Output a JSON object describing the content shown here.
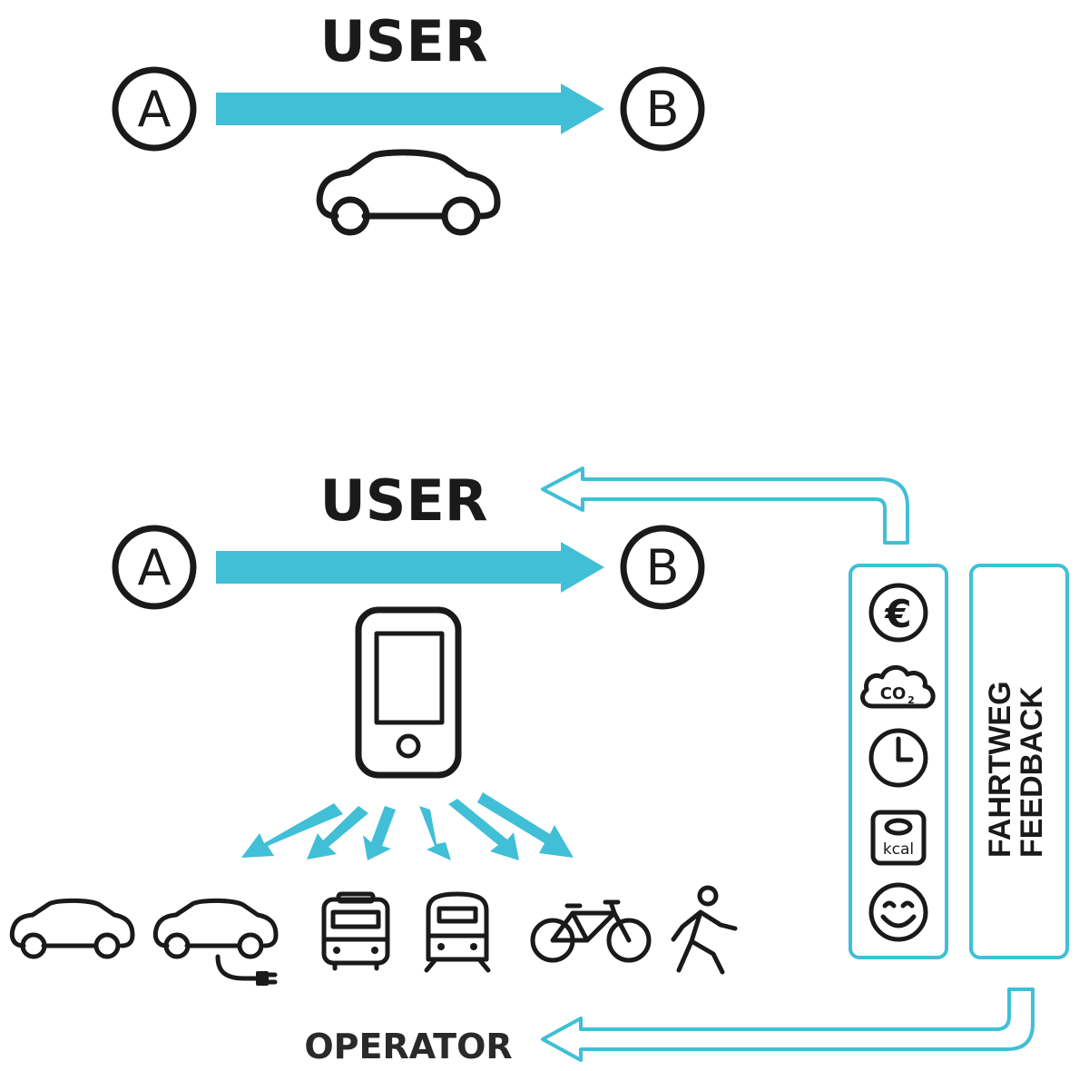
{
  "colors": {
    "accent": "#40bfd6",
    "ink": "#1a1a1a"
  },
  "top": {
    "title": "USER",
    "start": "A",
    "end": "B",
    "vehicle_icon": "car-icon"
  },
  "bottom": {
    "title": "USER",
    "start": "A",
    "end": "B",
    "device_icon": "smartphone-icon",
    "modes": [
      "car-icon",
      "electric-car-icon",
      "bus-icon",
      "train-icon",
      "bicycle-icon",
      "pedestrian-icon"
    ],
    "operator_label": "OPERATOR"
  },
  "metrics": {
    "icons": [
      "euro-cost-icon",
      "co2-cloud-icon",
      "clock-icon",
      "kcal-icon",
      "smiley-icon"
    ],
    "euro": "€",
    "co2": "CO",
    "co2_sub": "2",
    "kcal": "kcal"
  },
  "feedback": {
    "line1": "FAHRTWEG",
    "line2": "FEEDBACK"
  }
}
